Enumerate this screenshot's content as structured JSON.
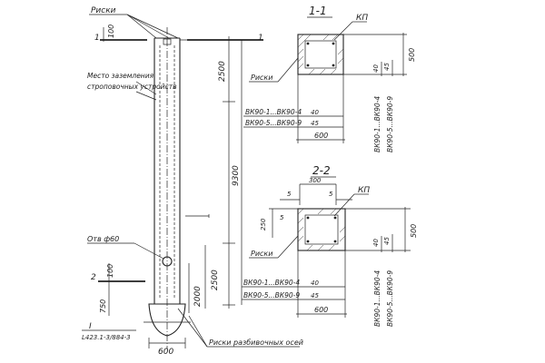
{
  "labels": {
    "marks_top": "Риски",
    "grounding_place": "Место заземления",
    "sling_device": "строповочных устройств",
    "hole": "Отв ф60",
    "marks_bottom": "Риски разбивочных осей",
    "doc_ref": "L423.1-3/884-3",
    "ref_I": "I"
  },
  "dims": {
    "top_100": "100",
    "d2500": "2500",
    "d9300": "9300",
    "d100b": "100",
    "d2500b": "2500",
    "d2000": "2000",
    "d750": "750",
    "d600": "600"
  },
  "section_marks": {
    "s1": "1",
    "s2": "2"
  },
  "section_1": {
    "title": "1-1",
    "kp": "КП",
    "marks": "Риски",
    "var1": "ВК90-1...ВК90-4",
    "var2": "ВК90-5...ВК90-9",
    "v40": "40",
    "v45": "45",
    "width": "600",
    "height": "500",
    "vert1": "ВК90-1...ВК90-4",
    "vert2": "ВК90-5...ВК90-9"
  },
  "section_2": {
    "title": "2-2",
    "kp": "КП",
    "marks": "Риски",
    "var1": "ВК90-1...ВК90-4",
    "var2": "ВК90-5...ВК90-9",
    "v40": "40",
    "v45": "45",
    "width": "600",
    "height": "500",
    "d300": "300",
    "d5a": "5",
    "d5b": "5",
    "d5c": "5",
    "d250": "250",
    "vert1": "ВК90-1...ВК90-4",
    "vert2": "ВК90-5...ВК90-9"
  }
}
